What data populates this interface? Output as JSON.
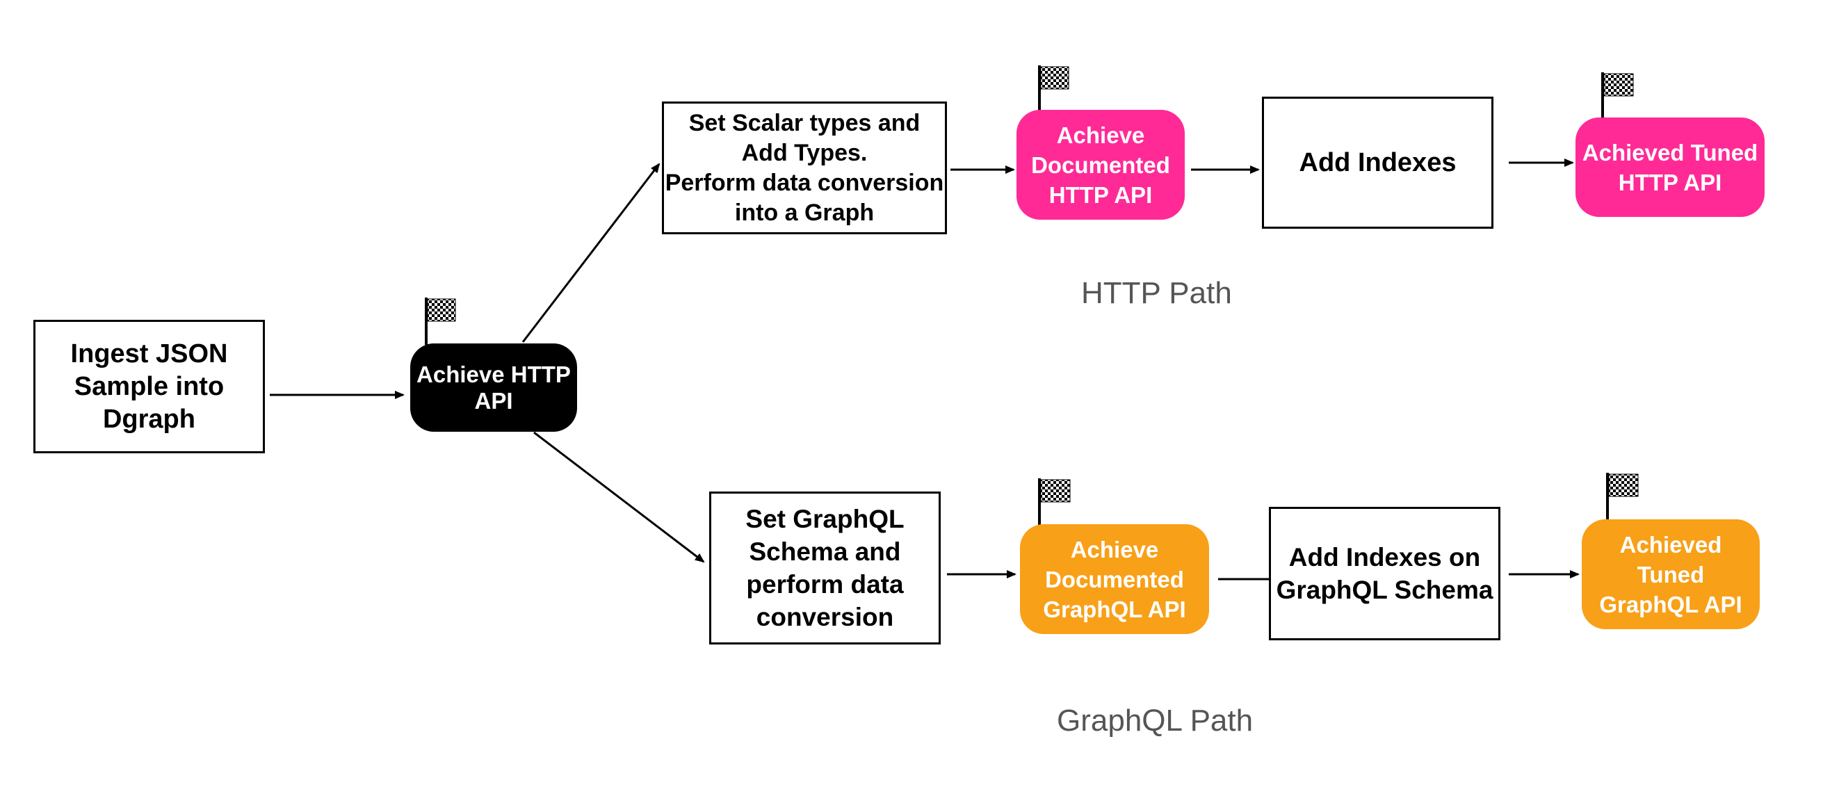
{
  "colors": {
    "http_milestone": "#ff2a96",
    "graphql_milestone": "#f8a018",
    "start_milestone": "#000000",
    "path_label": "#555555"
  },
  "nodes": {
    "ingest": "Ingest JSON\nSample into\nDgraph",
    "achieve_http_api": "Achieve HTTP\nAPI",
    "set_scalar_types": "Set Scalar types and\nAdd Types.\nPerform data conversion\ninto a Graph",
    "achieve_documented_http_api": "Achieve\nDocumented\nHTTP API",
    "add_indexes": "Add Indexes",
    "achieved_tuned_http_api": "Achieved Tuned\nHTTP API",
    "set_graphql_schema": "Set GraphQL\nSchema and\nperform data\nconversion",
    "achieve_documented_graphql_api": "Achieve\nDocumented\nGraphQL API",
    "add_indexes_graphql": "Add Indexes on\nGraphQL Schema",
    "achieved_tuned_graphql_api": "Achieved\nTuned\nGraphQL API"
  },
  "paths": {
    "http": "HTTP Path",
    "graphql": "GraphQL Path"
  },
  "milestone_icon": "checkered-flag-icon"
}
